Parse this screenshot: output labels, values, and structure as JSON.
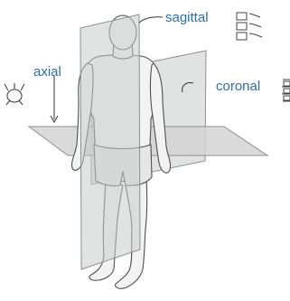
{
  "labels": {
    "sagittal": "sagittal",
    "axial": "axial",
    "coronal": "coronal"
  },
  "colors": {
    "label": "#2e6fa0",
    "plane_fill": "#d9dadb",
    "plane_stroke": "#8e9092",
    "body_fill": "#f2f2f2",
    "body_stroke": "#555555",
    "pointer": "#333333"
  },
  "icons": {
    "sagittal": "spine-sagittal-icon",
    "axial": "vertebra-axial-icon",
    "coronal": "spine-coronal-icon"
  }
}
